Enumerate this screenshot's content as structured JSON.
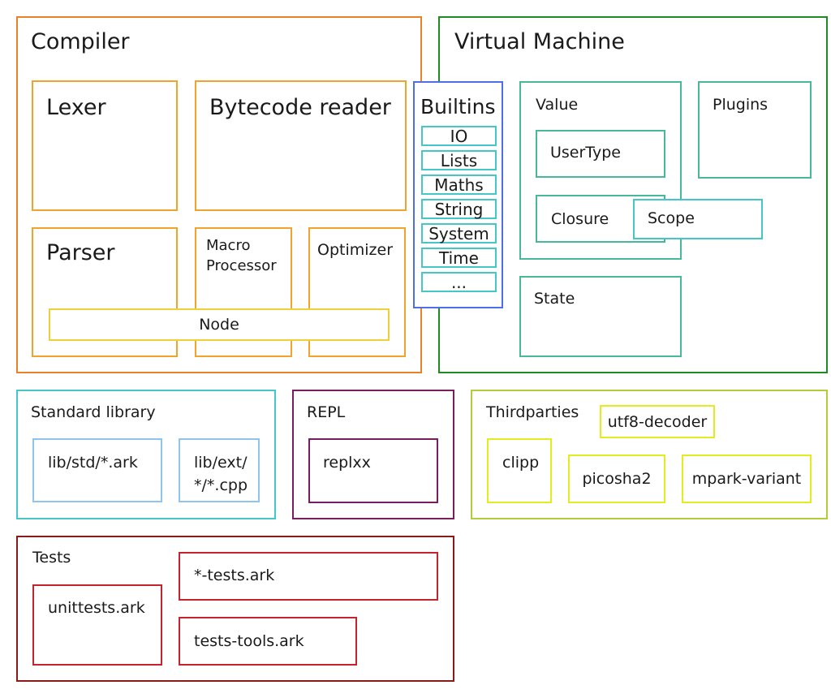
{
  "compiler": {
    "title": "Compiler",
    "lexer": "Lexer",
    "bytecode_reader": "Bytecode reader",
    "parser": "Parser",
    "macro_processor_line1": "Macro",
    "macro_processor_line2": "Processor",
    "optimizer": "Optimizer",
    "node": "Node"
  },
  "builtins": {
    "title": "Builtins",
    "items": [
      "IO",
      "Lists",
      "Maths",
      "String",
      "System",
      "Time",
      "..."
    ]
  },
  "virtual_machine": {
    "title": "Virtual Machine",
    "value": "Value",
    "user_type": "UserType",
    "closure": "Closure",
    "scope": "Scope",
    "plugins": "Plugins",
    "state": "State"
  },
  "standard_library": {
    "title": "Standard library",
    "std": "lib/std/*.ark",
    "ext_line1": "lib/ext/",
    "ext_line2": "*/*.cpp"
  },
  "repl": {
    "title": "REPL",
    "replxx": "replxx"
  },
  "thirdparties": {
    "title": "Thirdparties",
    "utf8_decoder": "utf8-decoder",
    "clipp": "clipp",
    "picosha2": "picosha2",
    "mpark_variant": "mpark-variant"
  },
  "tests": {
    "title": "Tests",
    "tests_ark": "*-tests.ark",
    "unittests": "unittests.ark",
    "tests_tools": "tests-tools.ark"
  },
  "colors": {
    "compiler": "#e8822a",
    "compiler_components": "#f1a42c",
    "node": "#eed13a",
    "builtins": "#4d6ee6",
    "builtin_items": "#45c7c7",
    "virtual_machine": "#1f8a1f",
    "vm_components": "#47b89a",
    "standard_library": "#45c7c7",
    "stdlib_items": "#8ec5ee",
    "repl": "#7a1d5c",
    "thirdparties": "#b5cc3a",
    "thirdparty_items": "#e3ec1f",
    "tests": "#8b1a1a",
    "test_items": "#c4242b"
  }
}
